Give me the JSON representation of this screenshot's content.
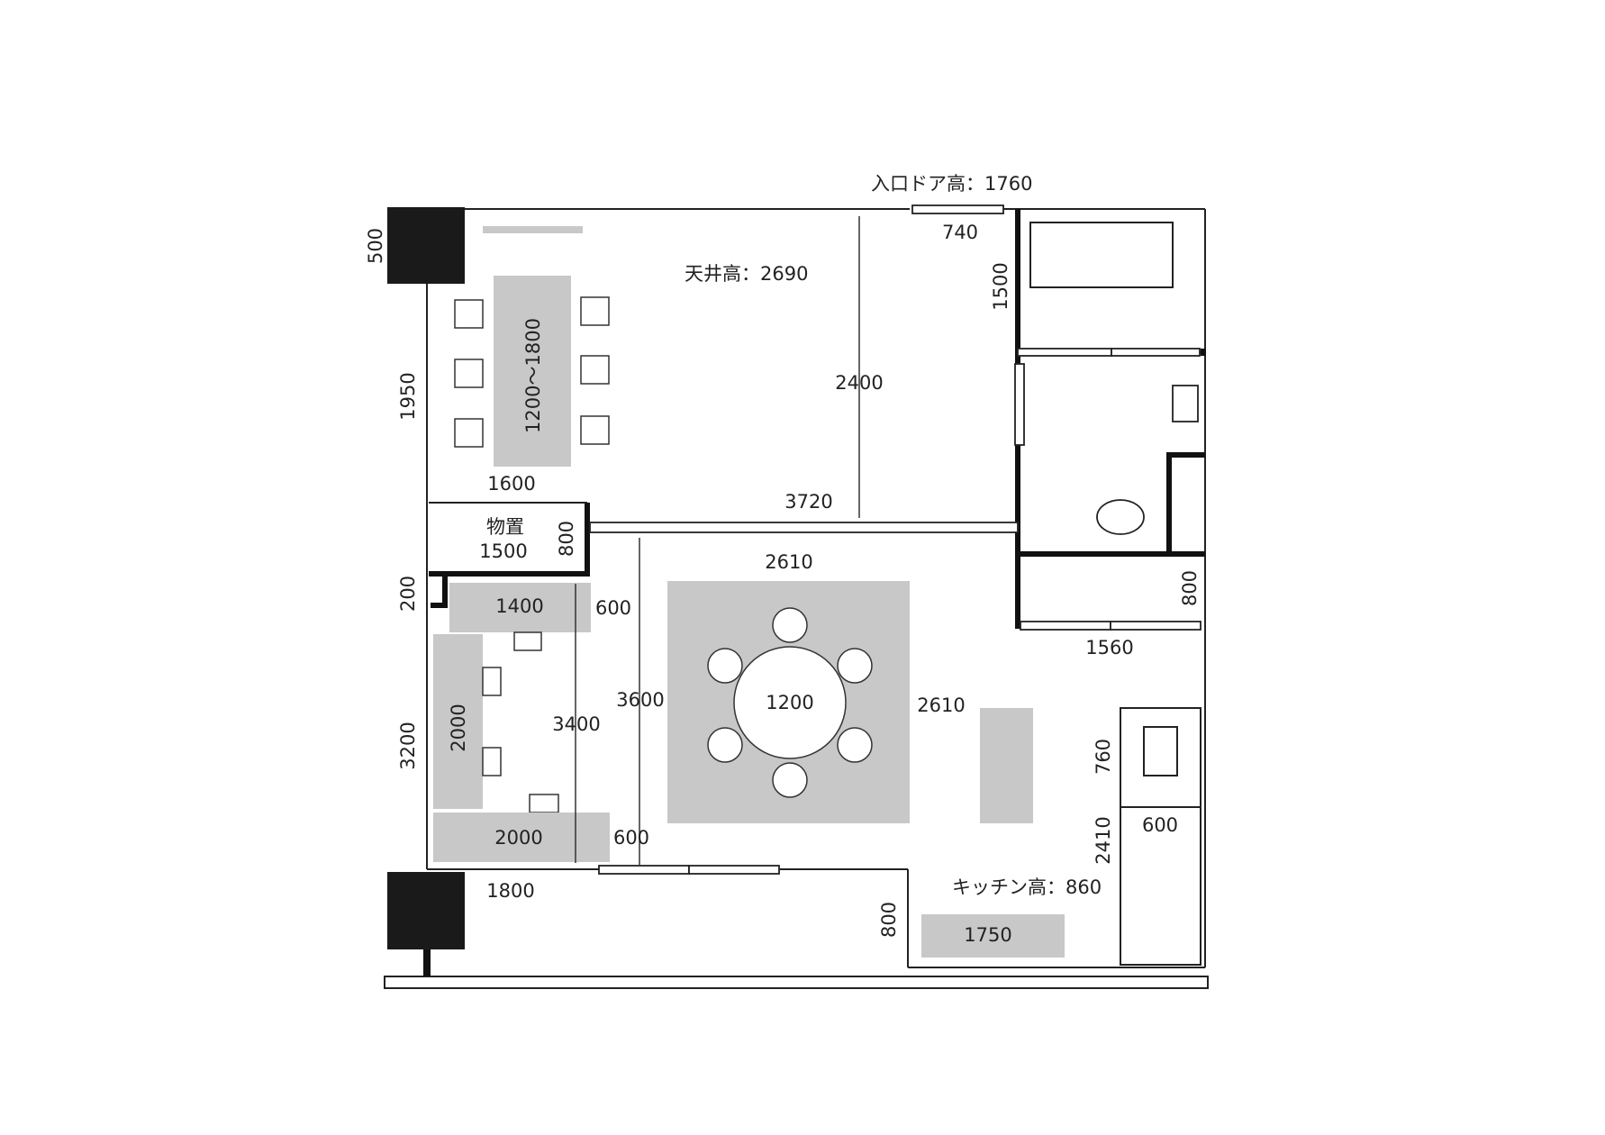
{
  "labels": {
    "entrance_door_height": "入口ドア高：1760",
    "ceiling_height": "天井高：2690",
    "kitchen_height": "キッチン高：860",
    "storage": "物置"
  },
  "dimensions": {
    "d500": "500",
    "d740": "740",
    "d1500_top": "1500",
    "d1950": "1950",
    "d1200_1800": "1200～1800",
    "d1600": "1600",
    "d2400": "2400",
    "d3720": "3720",
    "d1500_storage": "1500",
    "d800_storage": "800",
    "d2610_top": "2610",
    "d200": "200",
    "d1400": "1400",
    "d600_a": "600",
    "d1200_table": "1200",
    "d3600": "3600",
    "d3400": "3400",
    "d2610_right": "2610",
    "d2000_v": "2000",
    "d3200": "3200",
    "d2000_h": "2000",
    "d600_b": "600",
    "d1800": "1800",
    "d800_right": "800",
    "d1560": "1560",
    "d760": "760",
    "d600_kitchen": "600",
    "d2410": "2410",
    "d800_kitchen": "800",
    "d1750": "1750"
  }
}
